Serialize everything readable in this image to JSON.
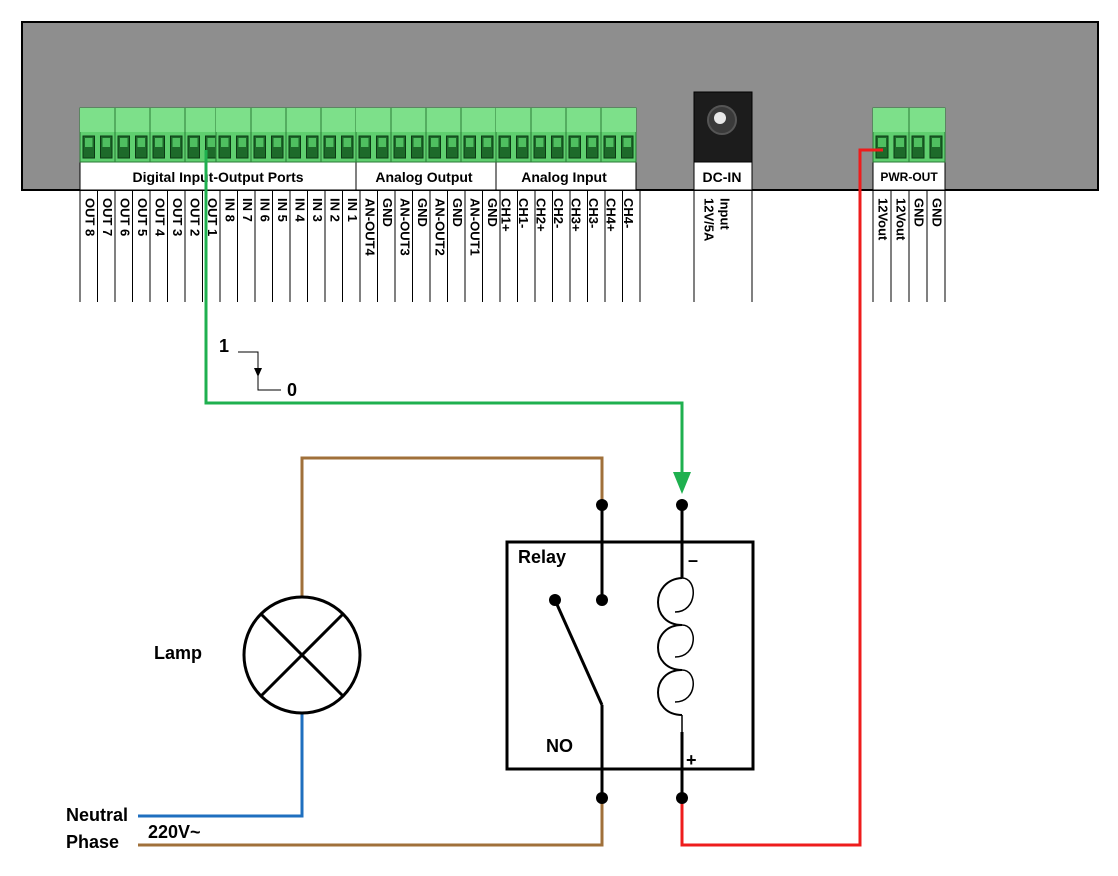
{
  "controller": {
    "body_color": "#8e8e8e",
    "terminal_color": "#5fcf6f",
    "groups": {
      "digital": "Digital Input-Output Ports",
      "analog_out": "Analog Output",
      "analog_in": "Analog Input",
      "dc_in": "DC-IN",
      "pwr_out": "PWR-OUT"
    },
    "digital_pins": [
      "OUT 8",
      "OUT 7",
      "OUT 6",
      "OUT 5",
      "OUT 4",
      "OUT 3",
      "OUT 2",
      "OUT 1",
      "IN 8",
      "IN 7",
      "IN 6",
      "IN 5",
      "IN 4",
      "IN 3",
      "IN 2",
      "IN 1"
    ],
    "analog_out_pins": [
      "AN-OUT4",
      "GND",
      "AN-OUT3",
      "GND",
      "AN-OUT2",
      "GND",
      "AN-OUT1",
      "GND"
    ],
    "analog_in_pins": [
      "CH1+",
      "CH1-",
      "CH2+",
      "CH2-",
      "CH3+",
      "CH3-",
      "CH4+",
      "CH4-"
    ],
    "dc_in_pins": [
      "12V/5A",
      "Input"
    ],
    "pwr_out_pins": [
      "12Vout",
      "12Vout",
      "GND",
      "GND"
    ]
  },
  "signal": {
    "high": "1",
    "low": "0"
  },
  "labels": {
    "relay": "Relay",
    "contact": "NO",
    "coil_minus": "–",
    "coil_plus": "+",
    "lamp": "Lamp",
    "neutral": "Neutral",
    "phase": "Phase",
    "voltage": "220V~"
  },
  "wire_colors": {
    "signal": "#1fb04f",
    "power": "#ee1c1c",
    "phase": "#a0703a",
    "neutral": "#1f6fbf"
  }
}
